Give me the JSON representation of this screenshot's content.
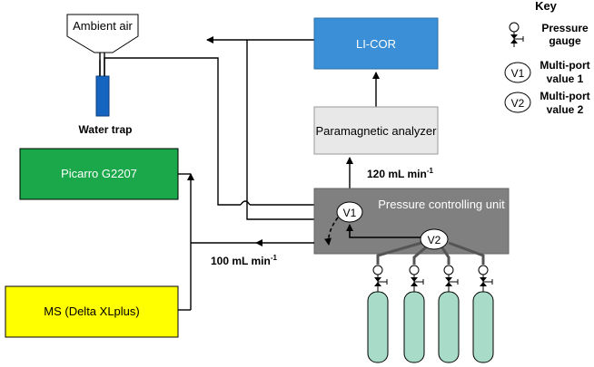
{
  "diagram": {
    "ambient_air": "Ambient air",
    "water_trap": "Water trap",
    "licor": "LI-COR",
    "paramagnetic": "Paramagnetic analyzer",
    "picarro": "Picarro G2207",
    "ms": "MS (Delta XLplus)",
    "pcu": "Pressure controlling unit",
    "v1": "V1",
    "v2": "V2",
    "flow_120": "120 mL min",
    "flow_120_sup": "-1",
    "flow_100": "100 mL min",
    "flow_100_sup": "-1"
  },
  "key": {
    "title": "Key",
    "gauge_label_1": "Pressure",
    "gauge_label_2": "gauge",
    "v1_symbol": "V1",
    "v1_label_1": "Multi-port",
    "v1_label_2": "value 1",
    "v2_symbol": "V2",
    "v2_label_1": "Multi-port",
    "v2_label_2": "value 2"
  },
  "colors": {
    "licor": "#3b8fd6",
    "paramagnetic": "#e8e8e8",
    "picarro": "#1aa84a",
    "ms": "#ffff00",
    "pcu": "#808080",
    "water_trap": "#1565c0",
    "cylinder": "#a8dcc8"
  }
}
